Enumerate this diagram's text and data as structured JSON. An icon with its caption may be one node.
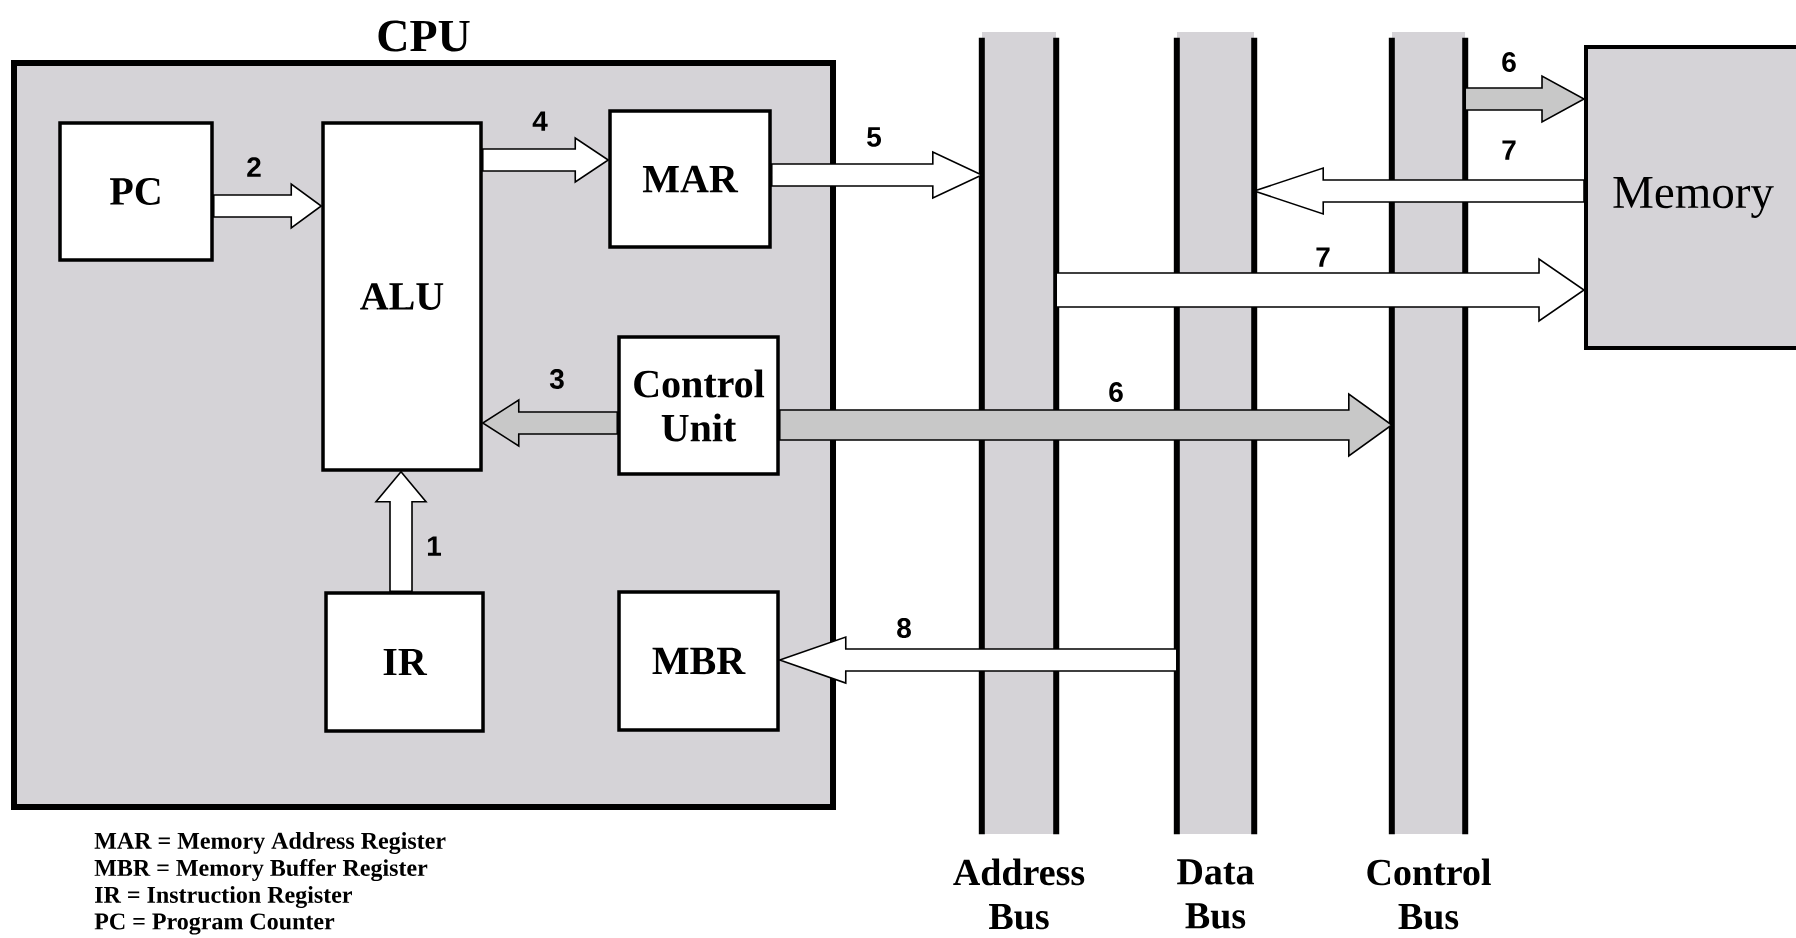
{
  "diagram": {
    "nodes": [
      {
        "text": [
          "CPU"
        ]
      },
      {
        "text": [
          "PC"
        ],
        "in": 0
      },
      {
        "text": [
          "ALU"
        ],
        "in": 0
      },
      {
        "text": [
          "MAR"
        ],
        "in": 0
      },
      {
        "text": [
          "Control Unit"
        ],
        "in": 0
      },
      {
        "text": [
          "IR"
        ],
        "in": 0
      },
      {
        "text": [
          "MBR"
        ],
        "in": 0
      },
      {
        "text": [
          "Address Bus"
        ]
      },
      {
        "text": [
          "Data Bus"
        ]
      },
      {
        "text": [
          "Control Bus"
        ]
      },
      {
        "text": [
          "Memory"
        ]
      }
    ],
    "edges": [
      {
        "from": 1,
        "to": 2,
        "arrow": "to",
        "label": "2"
      },
      {
        "from": 2,
        "to": 3,
        "arrow": "to",
        "label": "4"
      },
      {
        "from": 3,
        "to": 7,
        "arrow": "to",
        "label": "5"
      },
      {
        "from": 4,
        "to": 2,
        "arrow": "to",
        "label": "3",
        "color": "#c8c8c8"
      },
      {
        "from": 4,
        "to": 9,
        "arrow": "to",
        "label": "6",
        "color": "#c8c8c8"
      },
      {
        "from": 5,
        "to": 2,
        "arrow": "to",
        "label": "1"
      },
      {
        "from": 8,
        "to": 6,
        "arrow": "to",
        "label": "8"
      },
      {
        "from": 9,
        "to": 10,
        "arrow": "to",
        "label": "6",
        "color": "#c8c8c8"
      },
      {
        "from": 10,
        "to": 8,
        "arrow": "to",
        "label": "7"
      },
      {
        "from": 7,
        "to": 10,
        "arrow": "to",
        "label": "7"
      }
    ],
    "labels": [
      "MAR = Memory Address Register",
      "MBR = Memory Buffer Register",
      "IR = Instruction Register",
      "PC = Program Counter"
    ]
  }
}
